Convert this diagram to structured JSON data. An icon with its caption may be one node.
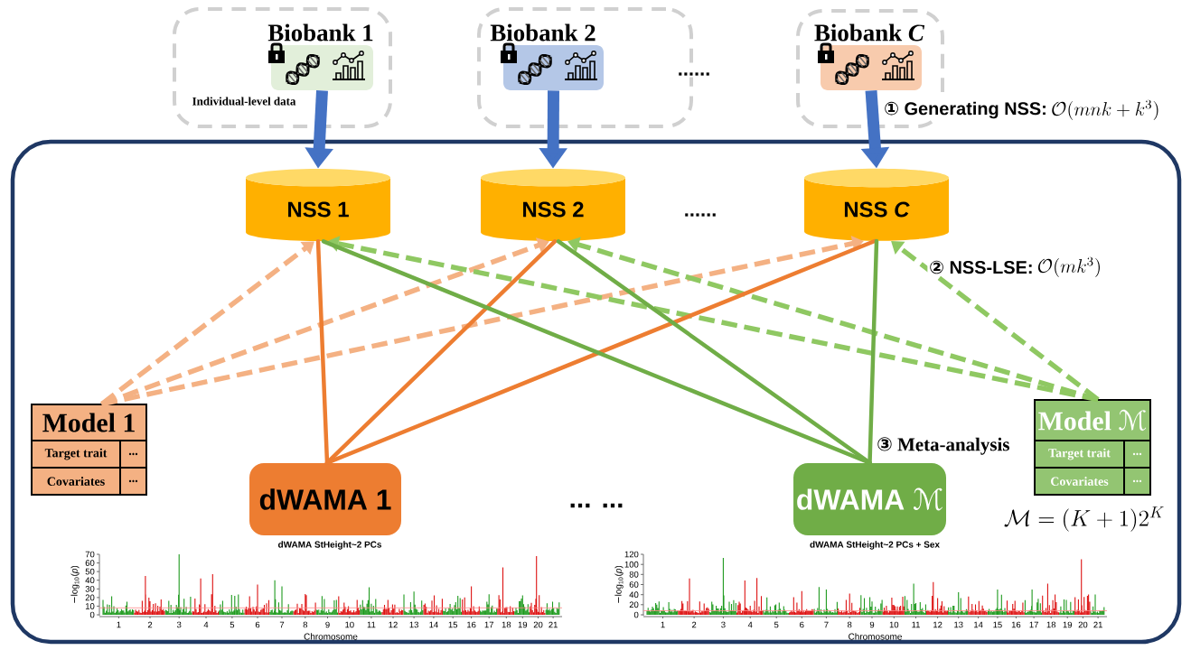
{
  "diagram": {
    "nodes": [
      {
        "text": [
          "Biobank 1",
          "Individual-level data"
        ]
      },
      {
        "text": [],
        "shape": "box",
        "in": 0
      },
      {
        "text": [
          "Biobank 2"
        ]
      },
      {
        "text": [],
        "shape": "box",
        "in": 2
      },
      {
        "text": [
          "Biobank *C*"
        ]
      },
      {
        "text": [],
        "shape": "box",
        "in": 4
      },
      {
        "text": [
          "NSS 1"
        ]
      },
      {
        "text": [
          "NSS 2"
        ]
      },
      {
        "text": [
          "NSS *C*"
        ]
      },
      {
        "text": [
          "Model 1",
          "Target trait",
          "...",
          "Covariates",
          "..."
        ]
      },
      {
        "text": [
          "dWAMA 1"
        ]
      },
      {
        "text": [
          "dWAMA ℳ"
        ]
      },
      {
        "text": [
          "Model ℳ",
          "Target trait",
          "...",
          "Covariates",
          "..."
        ]
      }
    ],
    "edges": [
      {
        "from": 1,
        "to": 6,
        "arrow": "to",
        "style": "thick",
        "color": "#4472c4"
      },
      {
        "from": 3,
        "to": 7,
        "arrow": "to",
        "style": "thick",
        "color": "#4472c4"
      },
      {
        "from": 5,
        "to": 8,
        "arrow": "to",
        "style": "thick",
        "color": "#4472c4"
      },
      {
        "from": 9,
        "to": 6,
        "arrow": "to",
        "style": "dashed",
        "color": "#f4b183"
      },
      {
        "from": 9,
        "to": 7,
        "arrow": "to",
        "style": "dashed",
        "color": "#f4b183"
      },
      {
        "from": 9,
        "to": 8,
        "arrow": "to",
        "style": "dashed",
        "color": "#f4b183"
      },
      {
        "from": 12,
        "to": 6,
        "arrow": "to",
        "style": "dashed",
        "color": "#8fc862"
      },
      {
        "from": 12,
        "to": 7,
        "arrow": "to",
        "style": "dashed",
        "color": "#8fc862"
      },
      {
        "from": 12,
        "to": 8,
        "arrow": "to",
        "style": "dashed",
        "color": "#8fc862"
      },
      {
        "from": 10,
        "to": 6,
        "arrow": "none",
        "color": "#ed7d31"
      },
      {
        "from": 10,
        "to": 7,
        "arrow": "none",
        "color": "#ed7d31"
      },
      {
        "from": 10,
        "to": 8,
        "arrow": "none",
        "color": "#ed7d31"
      },
      {
        "from": 11,
        "to": 6,
        "arrow": "none",
        "color": "#70ad47"
      },
      {
        "from": 11,
        "to": 7,
        "arrow": "none",
        "color": "#70ad47"
      },
      {
        "from": 11,
        "to": 8,
        "arrow": "none",
        "color": "#70ad47"
      }
    ],
    "labels": [
      "......",
      "......",
      "① Generating NSS:",
      "\\mathcal{O}(mnk+k^{3})",
      "② NSS-LSE:",
      "\\mathcal{O}(mk^{3})",
      "③ Meta-analysis",
      "... ...",
      "\\mathcal{M}=(K+1)2^{K}",
      "dWAMA StHeight~2 PCs",
      "dWAMA StHeight~2 PCs + Sex",
      "−log$_{10}$(*p*)",
      "0",
      "10",
      "20",
      "30",
      "40",
      "50",
      "60",
      "70",
      "1",
      "2",
      "3",
      "4",
      "5",
      "6",
      "7",
      "8",
      "9",
      "10",
      "11",
      "12",
      "13",
      "14",
      "15",
      "16",
      "17",
      "18",
      "19",
      "20",
      "21",
      "Chromosome",
      "−log$_{10}$(*p*)",
      "0",
      "20",
      "40",
      "60",
      "80",
      "100",
      "120",
      "1",
      "2",
      "3",
      "4",
      "5",
      "6",
      "7",
      "8",
      "9",
      "10",
      "11",
      "12",
      "13",
      "14",
      "15",
      "16",
      "17",
      "18",
      "19",
      "20",
      "21",
      "Chromosome"
    ]
  }
}
